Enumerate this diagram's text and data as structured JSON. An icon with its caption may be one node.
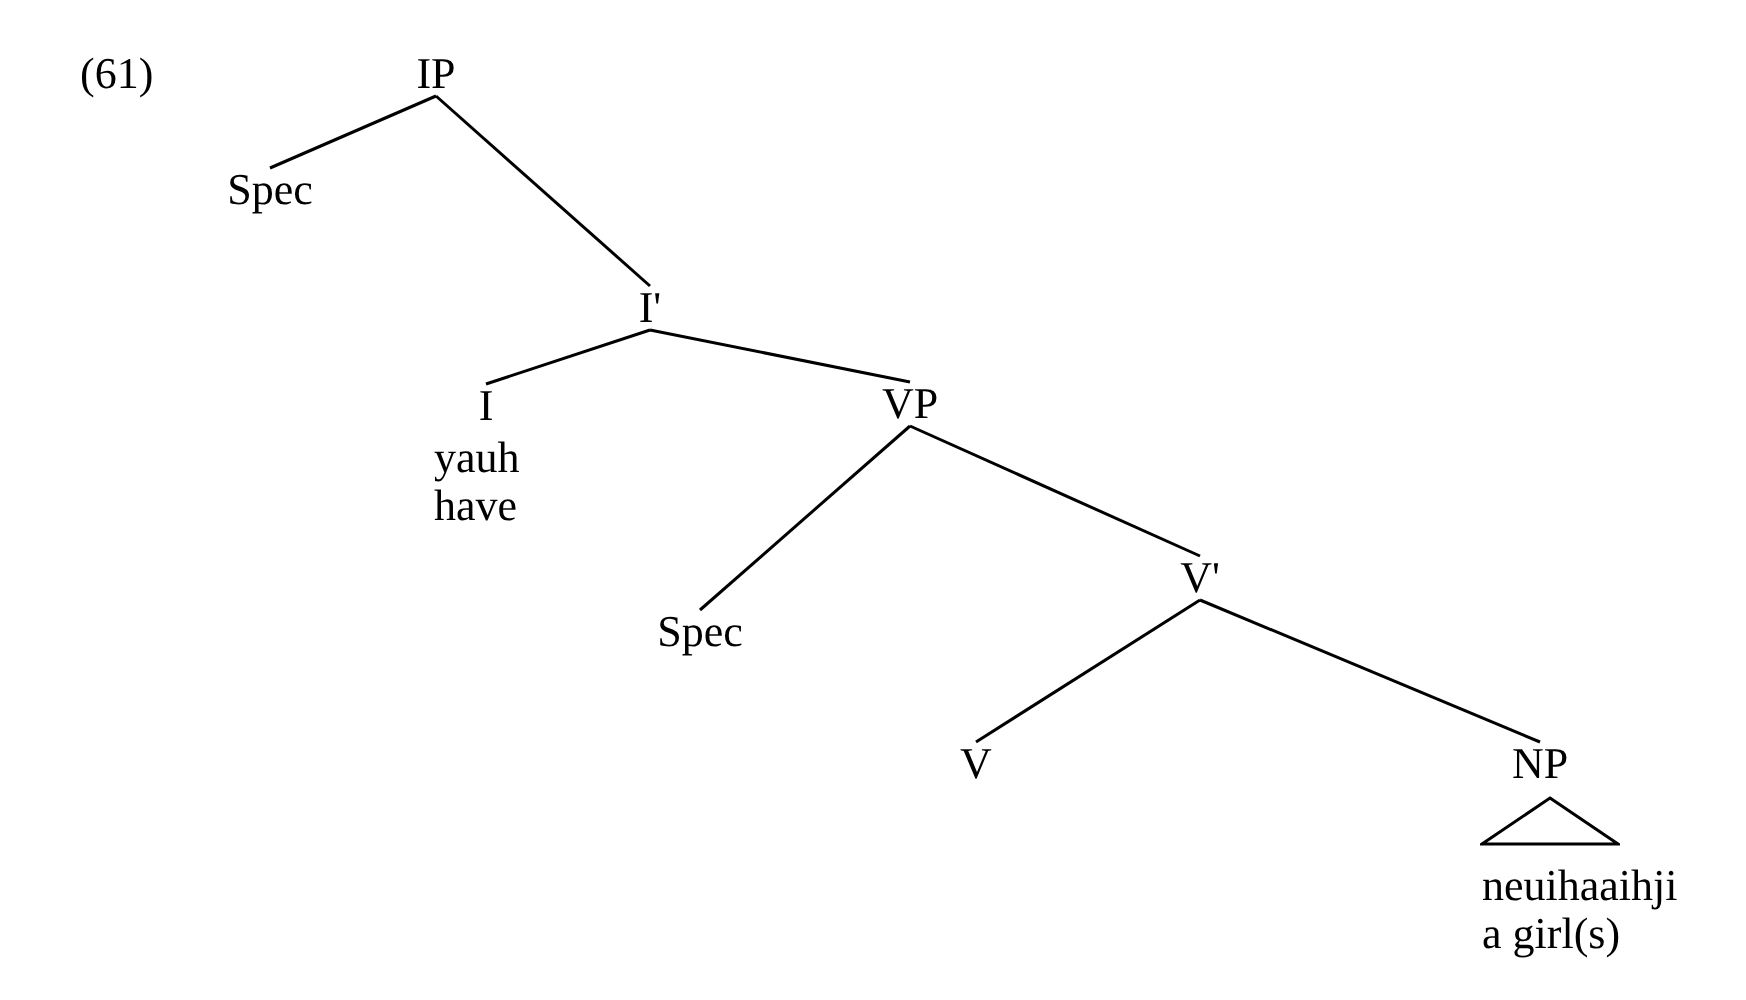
{
  "diagram": {
    "nodes": [
      {
        "text": [
          "IP"
        ]
      },
      {
        "text": [
          "Spec"
        ]
      },
      {
        "text": [
          "I'"
        ]
      },
      {
        "text": [
          "I"
        ],
        "beside": [
          "yauh",
          "have"
        ]
      },
      {
        "text": [
          "VP"
        ]
      },
      {
        "text": [
          "Spec"
        ]
      },
      {
        "text": [
          "V'"
        ]
      },
      {
        "text": [
          "V"
        ]
      },
      {
        "text": [
          "NP"
        ]
      },
      {
        "text": [],
        "shape": "triangle",
        "beside": [
          "neuihaaihji",
          "a girl(s)"
        ]
      }
    ],
    "edges": [
      {
        "from": 0,
        "to": 1,
        "arrow": "none"
      },
      {
        "from": 0,
        "to": 2,
        "arrow": "none"
      },
      {
        "from": 2,
        "to": 3,
        "arrow": "none"
      },
      {
        "from": 2,
        "to": 4,
        "arrow": "none"
      },
      {
        "from": 4,
        "to": 5,
        "arrow": "none"
      },
      {
        "from": 4,
        "to": 6,
        "arrow": "none"
      },
      {
        "from": 6,
        "to": 7,
        "arrow": "none"
      },
      {
        "from": 6,
        "to": 8,
        "arrow": "none"
      }
    ],
    "labels": [
      "(61)"
    ]
  }
}
